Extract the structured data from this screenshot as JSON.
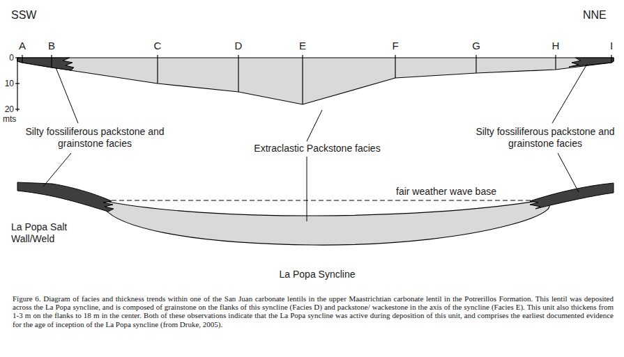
{
  "diagram": {
    "caption": "Figure 6. Diagram of facies and thickness trends within one of the San Juan carbonate lentils in the upper Maastrichtian carbonate lentil in the Potrerillos Formation. This lentil was deposited across the La Popa syncline, and is composed of grainstone on the flanks of this syncline (Facies D) and packstone/ wackestone in the axis of the syncline (Facies E). This unit also thickens from 1-3 m on the flanks to 18 m in the center. Both of these observations indicate that the La Popa syncline was active during deposition of this unit, and comprises the earliest documented evidence for the age of inception of the La Popa syncline (from Druke, 2005).",
    "labels": [
      "SSW",
      "NNE",
      "A",
      "B",
      "C",
      "D",
      "E",
      "F",
      "G",
      "H",
      "I",
      "0",
      "10",
      "20",
      "mts",
      "Silty fossiliferous packstone and grainstone facies",
      "Extraclastic Packstone facies",
      "Silty fossiliferous packstone and grainstone facies",
      "fair weather wave base",
      "La Popa Salt Wall/Weld",
      "La Popa Syncline"
    ]
  }
}
